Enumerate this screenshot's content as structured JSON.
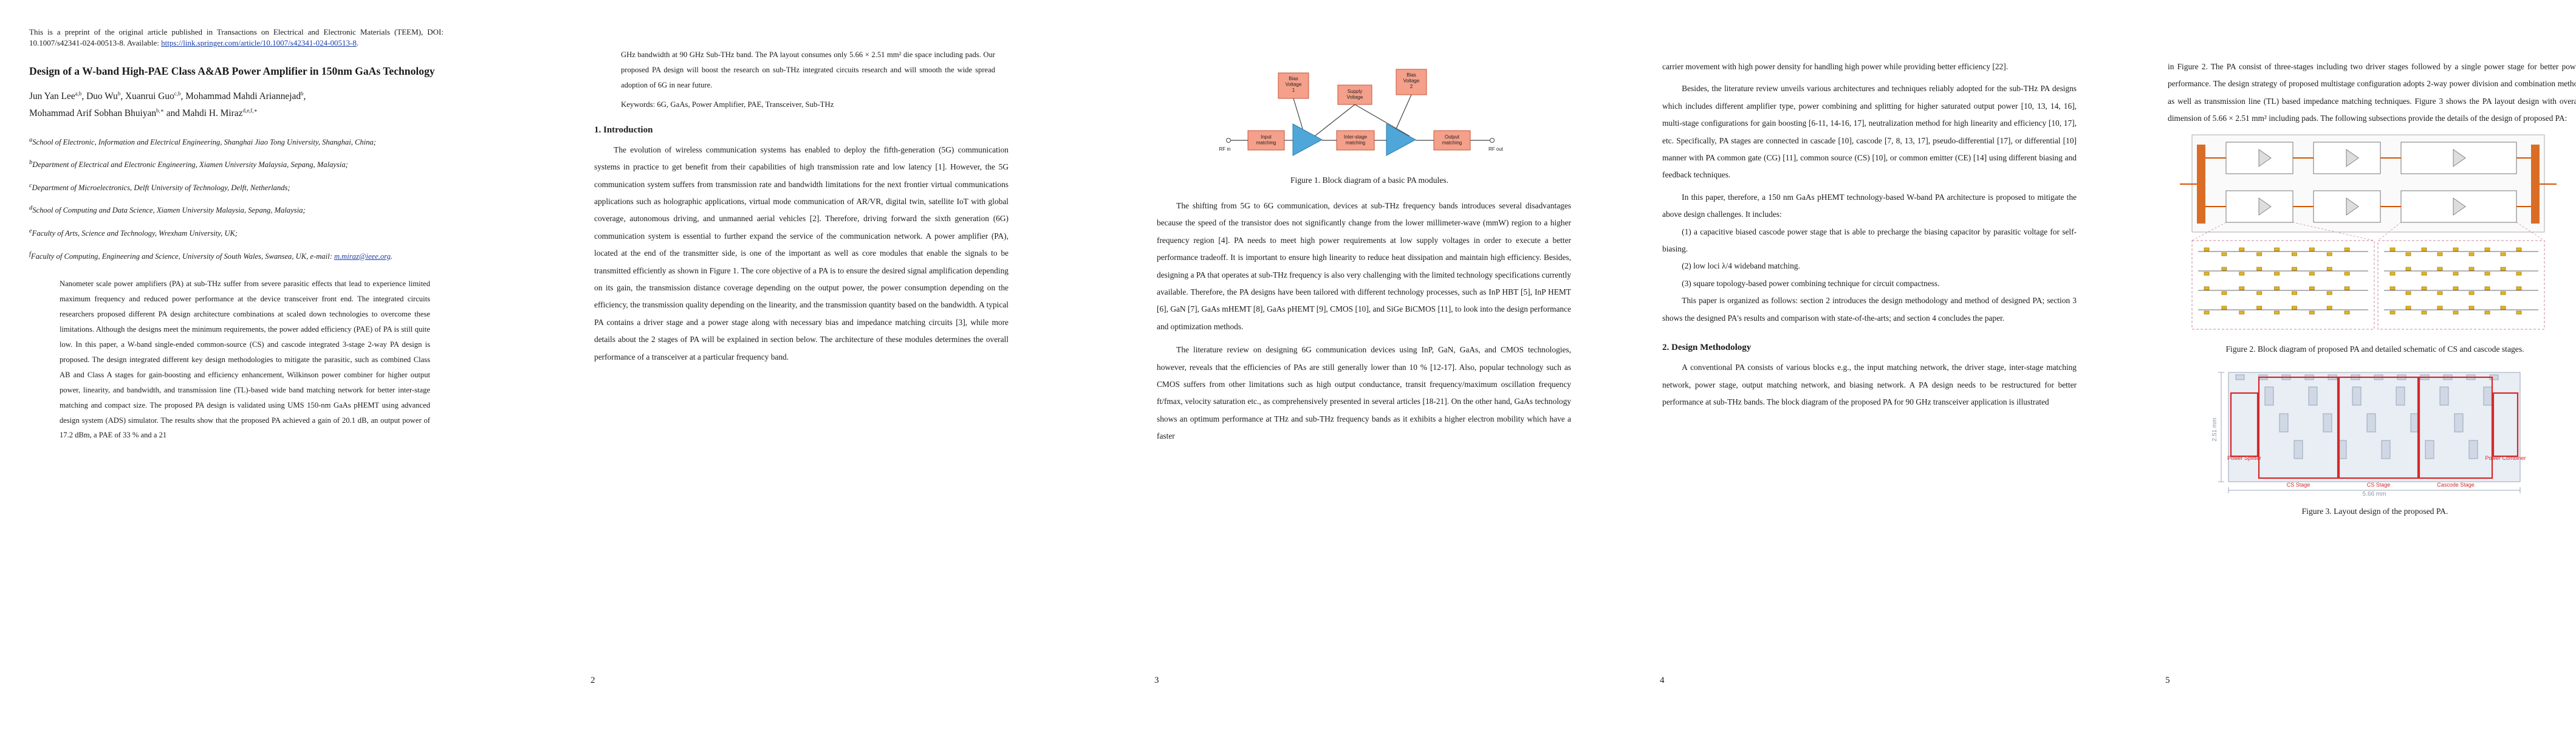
{
  "pages": [
    {
      "number": "",
      "preprint_text": "This is a preprint of the original article published in Transactions on Electrical and Electronic Materials (TEEM), DOI: 10.1007/s42341-024-00513-8. Available:",
      "preprint_link": "https://link.springer.com/article/10.1007/s42341-024-00513-8",
      "title": "Design of a W-band High-PAE Class A&AB Power Amplifier in 150nm GaAs Technology",
      "authors_line1": "Jun Yan Lee",
      "authors_line1_sup": "a,b",
      "authors_rest1": ", Duo Wu",
      "authors_rest1_sup": "b",
      "authors_rest2": ", Xuanrui Guo",
      "authors_rest2_sup": "c,b",
      "authors_rest3": ", Mohammad Mahdi Ariannejad",
      "authors_rest3_sup": "b",
      "authors_rest4": ",",
      "authors_line2": "Mohammad Arif Sobhan Bhuiyan",
      "authors_line2_sup": "b,∗",
      "authors_line2b": " and Mahdi H. Miraz",
      "authors_line2b_sup": "d,e,f,∗",
      "affiliations": [
        {
          "sup": "a",
          "text": "School of Electronic, Information and Electrical Engineering, Shanghai Jiao Tong University, Shanghai, China;"
        },
        {
          "sup": "b",
          "text": "Department of Electrical and Electronic Engineering, Xiamen University Malaysia, Sepang, Malaysia;"
        },
        {
          "sup": "c",
          "text": "Department of Microelectronics, Delft University of Technology, Delft, Netherlands;"
        },
        {
          "sup": "d",
          "text": "School of Computing and Data Science, Xiamen University Malaysia, Sepang, Malaysia;"
        },
        {
          "sup": "e",
          "text": "Faculty of Arts, Science and Technology, Wrexham University, UK;"
        },
        {
          "sup": "f",
          "text": "Faculty of Computing, Engineering and Science, University of South Wales, Swansea, UK, e-mail: "
        }
      ],
      "email": "m.miraz@ieee.org",
      "email_tail": ".",
      "abstract": "Nanometer scale power amplifiers (PA) at sub-THz suffer from severe parasitic effects that lead to experience limited maximum frequency and reduced power performance at the device transceiver front end. The integrated circuits researchers proposed different PA design architecture combinations at scaled down technologies to overcome these limitations. Although the designs meet the minimum requirements, the power added efficiency (PAE) of PA is still quite low. In this paper, a W-band single-ended common-source (CS) and cascode integrated 3-stage 2-way PA design is proposed. The design integrated different key design methodologies to mitigate the parasitic, such as combined Class AB and Class A stages for gain-boosting and efficiency enhancement, Wilkinson power combiner for higher output power, linearity, and bandwidth, and transmission line (TL)-based wide band matching network for better inter-stage matching and compact size. The proposed PA design is validated using UMS 150-nm GaAs pHEMT using advanced design system (ADS) simulator. The results show that the proposed PA achieved a gain of 20.1 dB, an output power of 17.2 dBm, a PAE of 33 % and a 21"
    },
    {
      "number": "2",
      "abstract_cont": "GHz bandwidth at 90 GHz Sub-THz band. The PA layout consumes only 5.66 × 2.51 mm² die space including pads. Our proposed PA design will boost the research on sub-THz integrated circuits research and will smooth the wide spread adoption of 6G in near future.",
      "keywords": "Keywords: 6G, GaAs, Power Amplifier, PAE, Transceiver, Sub-THz",
      "section": "1. Introduction",
      "para": "The evolution of wireless communication systems has enabled to deploy the fifth-generation (5G) communication systems in practice to get benefit from their capabilities of high transmission rate and low latency [1]. However, the 5G communication system suffers from transmission rate and bandwidth limitations for the next frontier virtual communications applications such as holographic applications, virtual mode communication of AR/VR, digital twin, satellite IoT with global coverage, autonomous driving, and unmanned aerial vehicles [2]. Therefore, driving forward the sixth generation (6G) communication system is essential to further expand the service of the communication network. A power amplifier (PA), located at the end of the transmitter side, is one of the important as well as core modules that enable the signals to be transmitted efficiently as shown in Figure 1. The core objective of a PA is to ensure the desired signal amplification depending on its gain, the transmission distance coverage depending on the output power, the power consumption depending on the efficiency, the transmission quality depending on the linearity, and the transmission quantity based on the bandwidth. A typical PA contains a driver stage and a power stage along with necessary bias and impedance matching circuits [3], while more details about the 2 stages of PA will be explained in section below. The architecture of these modules determines the overall performance of a transceiver at a particular frequency band."
    },
    {
      "number": "3",
      "fig": {
        "bias1": "Bias\nVoltage\n1",
        "bias2": "Bias\nVoltage\n2",
        "supply": "Supply\nVoltage",
        "input": "Input\nmatching",
        "inter": "Inter-stage\nmatching",
        "output": "Output\nmatching",
        "rfin": "RF in",
        "rfout": "RF out"
      },
      "caption": "Figure 1. Block diagram of a basic PA modules.",
      "para1": "The shifting from 5G to 6G communication, devices at sub-THz frequency bands introduces several disadvantages because the speed of the transistor does not significantly change from the lower millimeter-wave (mmW) region to a higher frequency region [4]. PA needs to meet high power requirements at low supply voltages in order to execute a better performance tradeoff. It is important to ensure high linearity to reduce heat dissipation and maintain high efficiency. Besides, designing a PA that operates at sub-THz frequency is also very challenging with the limited technology specifications currently available. Therefore, the PA designs have been tailored with different technology processes, such as InP HBT [5], InP HEMT [6], GaN [7], GaAs mHEMT [8], GaAs pHEMT [9], CMOS [10], and SiGe BiCMOS [11], to look into the design performance and optimization methods.",
      "para2": "The literature review on designing 6G communication devices using InP, GaN, GaAs, and CMOS technologies, however, reveals that the efficiencies of PAs are still generally lower than 10 % [12-17]. Also, popular technology such as CMOS suffers from other limitations such as high output conductance, transit frequency/maximum oscillation frequency ft/fmax, velocity saturation etc., as comprehensively presented in several articles [18-21]. On the other hand, GaAs technology shows an optimum performance at THz and sub-THz frequency bands as it exhibits a higher electron mobility which have a faster"
    },
    {
      "number": "4",
      "para0": "carrier movement with high power density for handling high power while providing better efficiency [22].",
      "para1": "Besides, the literature review unveils various architectures and techniques reliably adopted for the sub-THz PA designs which includes different amplifier type, power combining and splitting for higher saturated output power [10, 13, 14, 16], multi-stage configurations for gain boosting [6-11, 14-16, 17], neutralization method for high linearity and efficiency [10, 17], etc. Specifically, PA stages are connected in cascade [10], cascode [7, 8, 13, 17], pseudo-differential [17], or differential [10] manner with PA common gate (CG) [11], common source (CS) [10], or common emitter (CE) [14] using different biasing and feedback techniques.",
      "para2": "In this paper, therefore, a 150 nm GaAs pHEMT technology-based W-band PA architecture is proposed to mitigate the above design challenges. It includes:",
      "item1": "(1) a capacitive biased cascode power stage that is able to precharge the biasing capacitor by parasitic voltage for self-biasing.",
      "item2": "(2) low loci λ/4 wideband matching.",
      "item3": "(3) square topology-based power combining technique for circuit compactness.",
      "para3": "This paper is organized as follows: section 2 introduces the design methodology and method of designed PA; section 3 shows the designed PA's results and comparison with state-of-the-arts; and section 4 concludes the paper.",
      "section": "2. Design Methodology",
      "para4": "A conventional PA consists of various blocks e.g., the input matching network, the driver stage, inter-stage matching network, power stage, output matching network, and biasing network. A PA design needs to be restructured for better performance at sub-THz bands. The block diagram of the proposed PA for 90 GHz transceiver application is illustrated"
    },
    {
      "number": "5",
      "para": "in Figure 2. The PA consist of three-stages including two driver stages followed by a single power stage for better power performance. The design strategy of proposed multistage configuration adopts 2-way power division and combination method as well as transmission line (TL) based impedance matching techniques. Figure 3 shows the PA layout design with overall dimension of 5.66 × 2.51 mm² including pads. The following subsections provide the details of the design of proposed PA:",
      "caption2": "Figure 2. Block diagram of proposed PA and detailed schematic of CS and cascode stages.",
      "layout_labels": {
        "power_splitter": "Power\nSplitter",
        "cs_stage1": "CS Stage",
        "cs_stage2": "CS Stage",
        "cascode": "Cascode Stage",
        "combiner": "Power\nCombiner",
        "width": "5.66 mm",
        "height": "2.51 mm"
      },
      "caption3": "Figure 3. Layout design of the proposed PA."
    }
  ],
  "colors": {
    "link": "#1a3ca8",
    "block_fill": "#f4a08a",
    "block_stroke": "#c8553d",
    "amp_fill": "#4fa6d8",
    "layout_red": "#d62828",
    "layout_bg": "#e9eef5",
    "gold": "#e5b51f"
  }
}
